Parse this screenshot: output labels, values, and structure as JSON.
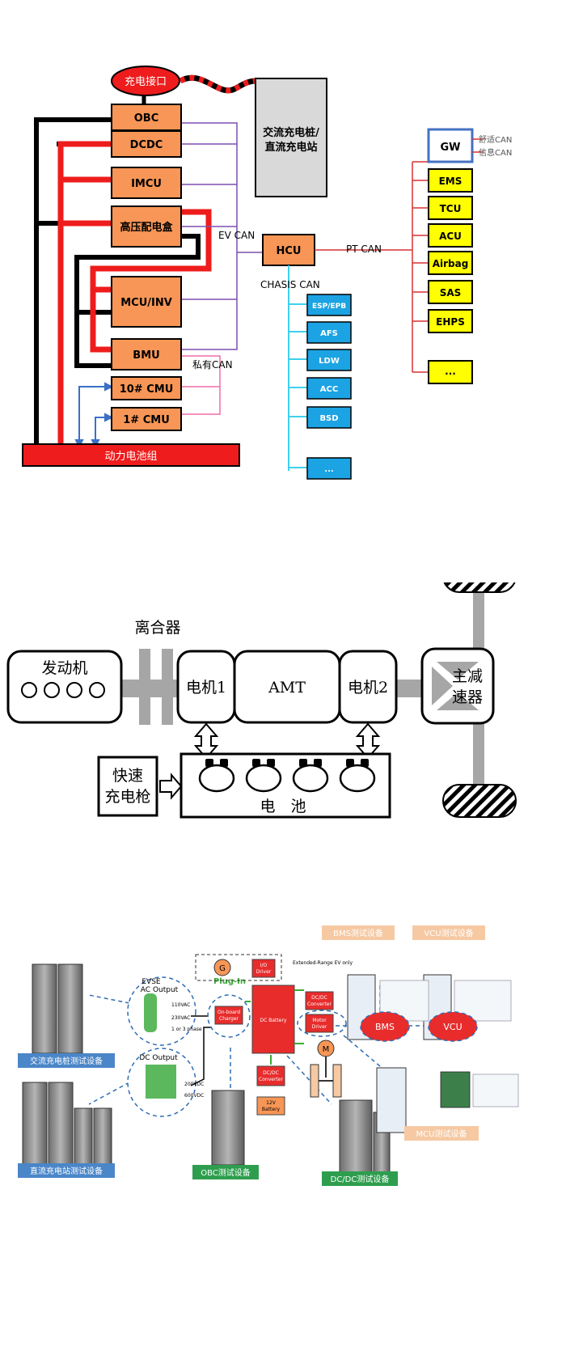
{
  "diagram1": {
    "charge_port": "充电接口",
    "charging_station": [
      "交流充电桩/",
      "直流充电站"
    ],
    "obc": "OBC",
    "dcdc": "DCDC",
    "imcu": "IMCU",
    "hv_box": "高压配电盒",
    "mcu_inv": "MCU/INV",
    "bmu": "BMU",
    "cmu10": "10# CMU",
    "cmu1": "1# CMU",
    "battery_pack": "动力电池组",
    "ev_can": "EV CAN",
    "private_can": "私有CAN",
    "hcu": "HCU",
    "pt_can": "PT CAN",
    "chasis_can": "CHASIS CAN",
    "gw": "GW",
    "gw_comfort": "舒适CAN",
    "gw_info": "信息CAN",
    "pt_nodes": [
      "EMS",
      "TCU",
      "ACU",
      "Airbag",
      "SAS",
      "EHPS",
      "..."
    ],
    "chassis_nodes": [
      "ESP/EPB",
      "AFS",
      "LDW",
      "ACC",
      "BSD",
      "..."
    ]
  },
  "diagram2": {
    "clutch": "离合器",
    "engine": "发动机",
    "motor1": "电机1",
    "amt": "AMT",
    "motor2": "电机2",
    "final_drive": [
      "主减",
      "速器"
    ],
    "fast_charge": [
      "快速",
      "充电枪"
    ],
    "battery": "电　池"
  },
  "diagram3": {
    "ac_station_test": "交流充电桩测试设备",
    "dc_station_test": "直流充电站测试设备",
    "obc_test": "OBC测试设备",
    "dcdc_test": "DC/DC测试设备",
    "bms_test": "BMS测试设备",
    "vcu_test": "VCU测试设备",
    "mcu_test": "MCU测试设备",
    "evse_ac": [
      "EVSE",
      "AC Output"
    ],
    "ac_voltages": [
      "110VAC",
      "230VAC",
      "1 or 3 phase"
    ],
    "dc_output": "DC Output",
    "dc_voltages": [
      "200VDC",
      "600VDC"
    ],
    "plug_in": "Plug-In",
    "generator": "G",
    "io_driver": [
      "I/O",
      "Driver"
    ],
    "extended_range": "Extended-Range EV only",
    "onboard_charger": [
      "On-board",
      "Charger"
    ],
    "dc_battery": "DC Battery",
    "dcdc_conv_top": [
      "DC/DC",
      "Converter"
    ],
    "motor_driver": [
      "Motor",
      "Driver"
    ],
    "dcdc_conv_bottom": [
      "DC/DC",
      "Converter"
    ],
    "battery_12v": [
      "12V",
      "Battery"
    ],
    "motor": "M",
    "bms": "BMS",
    "vcu": "VCU"
  },
  "colors": {
    "orange": "#F79656",
    "yellow": "#FFFF00",
    "blue_node": "#1CA3E3",
    "red": "#EE1C1C",
    "purple": "#7F4FB0",
    "cyan": "#3FD0EE"
  }
}
